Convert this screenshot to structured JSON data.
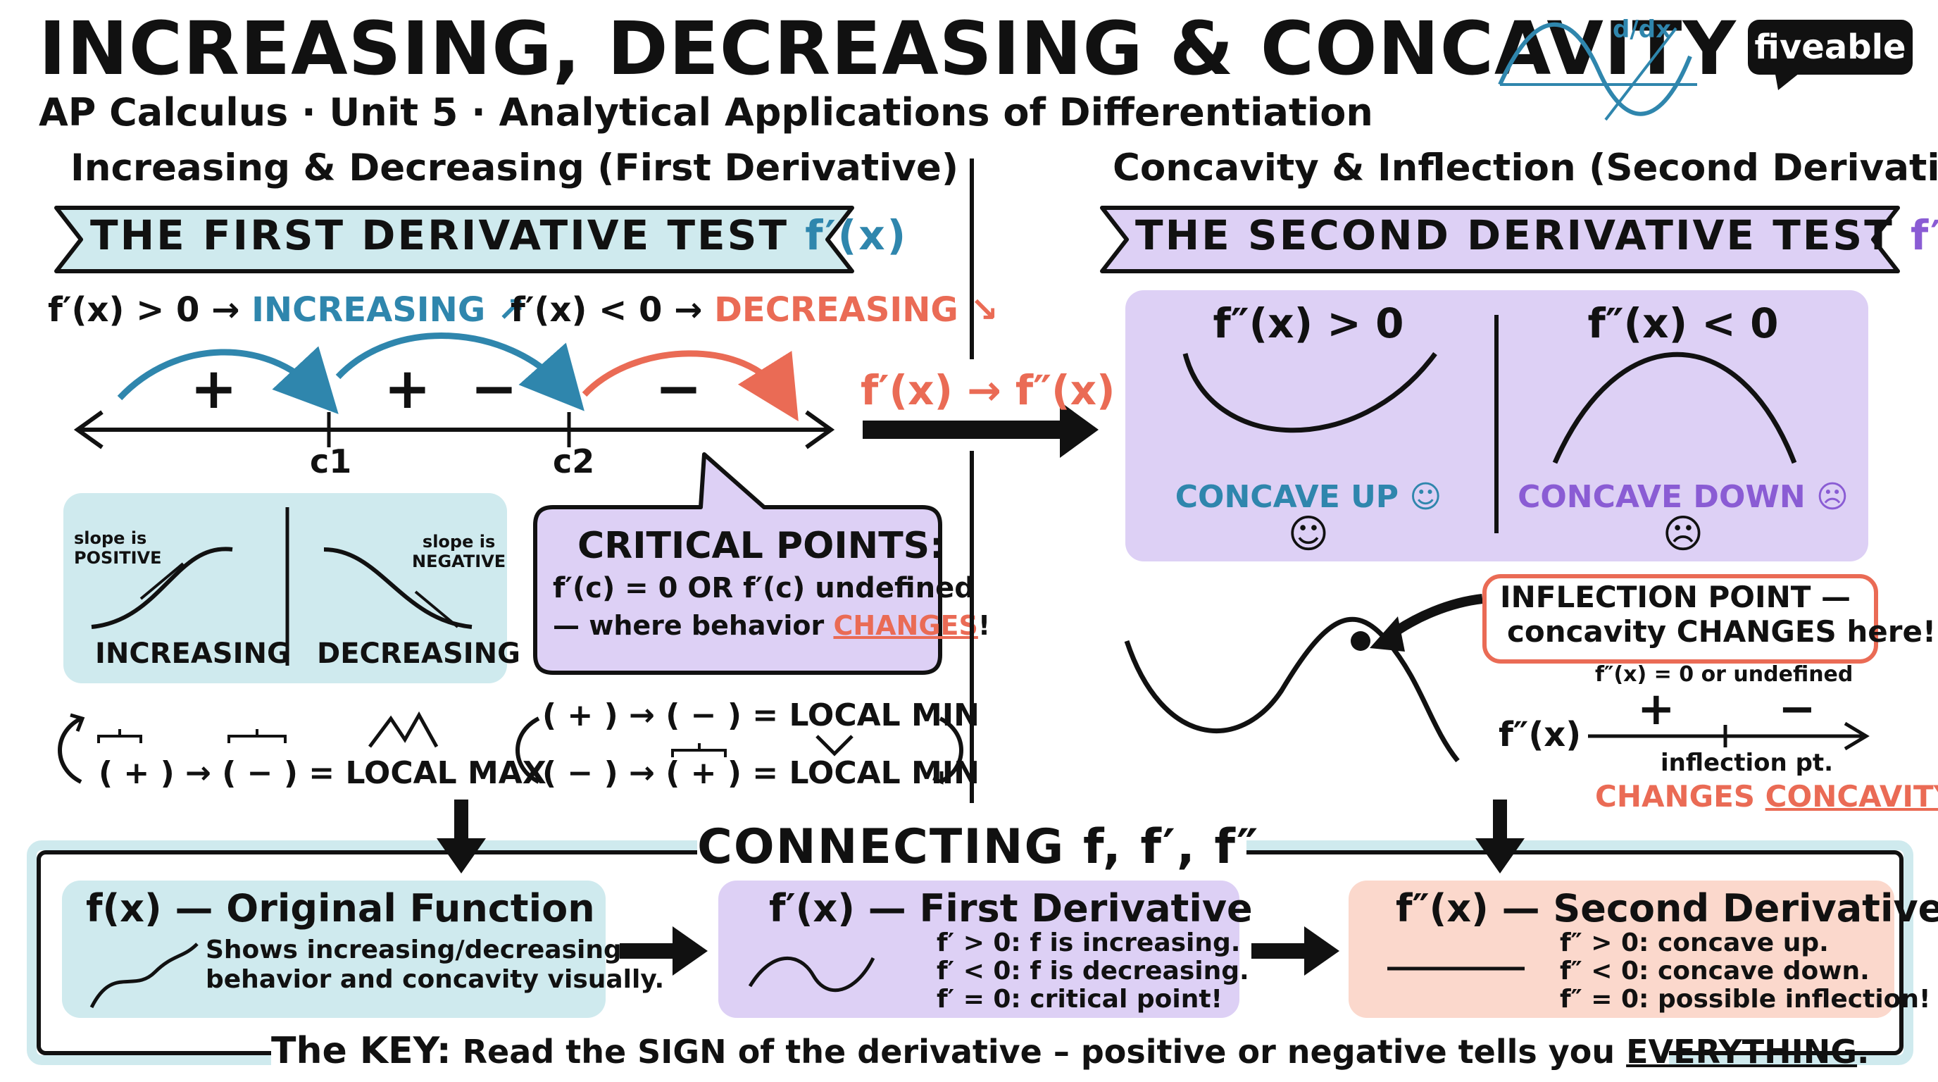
{
  "header": {
    "title": "INCREASING, DECREASING & CONCAVITY",
    "subtitle": "AP Calculus · Unit 5 · Analytical Applications of Differentiation",
    "logo": "fiveable",
    "logo_icon_label": "d/dx"
  },
  "left": {
    "heading": "Increasing & Decreasing (First Derivative)",
    "banner": "THE FIRST DERIVATIVE TEST",
    "banner_sym": "f′(x)",
    "pos_rule": "f′(x) > 0 →",
    "pos_word": "INCREASING ↗",
    "neg_rule": "f′(x) < 0 →",
    "neg_word": "DECREASING ↘",
    "signs": [
      "+",
      "+",
      "−",
      "−"
    ],
    "ticks": [
      "c1",
      "c2"
    ],
    "slope_pos": "slope is\nPOSITIVE",
    "slope_neg": "slope is\nNEGATIVE",
    "inc_label": "INCREASING",
    "dec_label": "DECREASING",
    "critical_title": "CRITICAL POINTS:",
    "critical_rule": "f′(c) = 0  OR  f′(c) undefined",
    "critical_where": "— where behavior",
    "critical_changes": "CHANGES",
    "critical_end": "!",
    "max_rule": "( + ) → ( − ) = LOCAL MAX",
    "min_rule_top": "( + ) → ( − ) = LOCAL MIN",
    "min_rule_bottom": "( − ) → ( + ) = LOCAL MIN"
  },
  "middle": {
    "transition": "f′(x) → f″(x)"
  },
  "right": {
    "heading": "Concavity & Inflection (Second Derivative)",
    "banner": "THE SECOND DERIVATIVE TEST",
    "banner_sym": "f″(x)",
    "pos_cond": "f″(x) > 0",
    "neg_cond": "f″(x) < 0",
    "up_label": "CONCAVE UP ☺",
    "down_label": "CONCAVE DOWN ☹",
    "smile": "☺",
    "frown": "☹",
    "inflection_title": "INFLECTION POINT —",
    "inflection_body": "concavity CHANGES here!",
    "inflection_note": "f″(x) = 0 or undefined",
    "line_label": "f″(x)",
    "plus": "+",
    "minus": "−",
    "inflection_pt": "inflection pt.",
    "changes_prefix": "CHANGES",
    "changes_word": "CONCAVITY"
  },
  "bottom": {
    "heading": "CONNECTING  f, f′, f″",
    "f_title": "f(x) — Original Function",
    "f_desc_1": "Shows increasing/decreasing",
    "f_desc_2": "behavior and concavity visually.",
    "fp_title": "f′(x) — First Derivative",
    "fp_1": "f′ > 0: f is increasing.",
    "fp_2": "f′ < 0: f is decreasing.",
    "fp_3": "f′ = 0: critical point!",
    "fpp_title": "f″(x) — Second Derivative",
    "fpp_1": "f″ > 0: concave up.",
    "fpp_2": "f″ < 0: concave down.",
    "fpp_3": "f″ = 0: possible inflection!",
    "key_label": "The KEY:",
    "key_text": "Read the SIGN of the derivative – positive or negative tells you",
    "key_word": "EVERYTHING",
    "key_end": "."
  },
  "colors": {
    "teal": "#2f86ad",
    "teal_bg": "#cfeaee",
    "salmon": "#ea6b55",
    "salmon_bg": "#fbd8cc",
    "purple": "#8a5cd4",
    "purple_bg": "#ddd0f5"
  }
}
